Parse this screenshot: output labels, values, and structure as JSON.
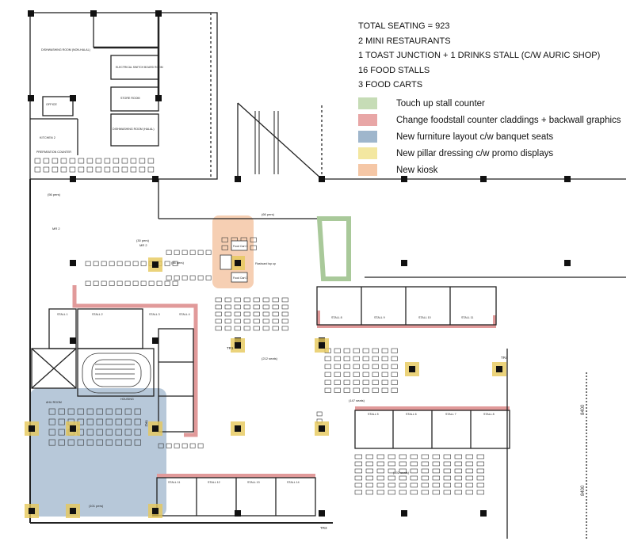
{
  "summary": {
    "total_seating": "TOTAL SEATING = 923",
    "mini_restaurants": "2 MINI RESTAURANTS",
    "toast_junction": "1 TOAST JUNCTION + 1 DRINKS STALL (C/W AURIC SHOP)",
    "food_stalls": "16 FOOD STALLS",
    "food_carts": "3 FOOD CARTS"
  },
  "legend": [
    {
      "label": "Touch up stall counter",
      "color": "#c6dcb6"
    },
    {
      "label": "Change foodstall counter claddings + backwall graphics",
      "color": "#e8a6a6"
    },
    {
      "label": "New furniture layout c/w banquet seats",
      "color": "#9fb6cc"
    },
    {
      "label": "New pillar dressing c/w promo displays",
      "color": "#f3e7a0"
    },
    {
      "label": "New kiosk",
      "color": "#f5c7a6"
    }
  ],
  "rooms": {
    "dishwashing_nonhalal": "DISHWASHING ROOM (NON-HALAL)",
    "electrical_switch": "ELECTRICAL SWITCH BOARD ROOM",
    "store_room": "STORE ROOM",
    "dishwashing_halal": "DISHWASHING ROOM (HALAL)",
    "office": "OFFICE",
    "kitchen_2": "KITCHEN 2",
    "preparation_counter": "PREPARATION COUNTER",
    "mr_2_left": "MR 2",
    "mr_2_center": "MR 2",
    "ahu_room": "AHU ROOM",
    "housing": "HOUSING"
  },
  "seat_counts": {
    "s56_left": "(56 pers)",
    "s30": "(30 pers)",
    "s56_mid": "(56 pers)",
    "s66": "(66 pers)",
    "s212": "(212 seats)",
    "s147": "(147 seats)",
    "s192": "(192 seats)",
    "s101": "(101 pers)"
  },
  "tables": {
    "tr1": "TR1",
    "tr2": "TR2",
    "tr3": "TR3",
    "tr4": "TR4"
  },
  "stalls": {
    "top_row": [
      "STALL 8",
      "STALL 9",
      "STALL 10",
      "STALL 11"
    ],
    "right_row": [
      "STALL 5",
      "STALL 6",
      "STALL 7",
      "STALL 8"
    ],
    "bottom_row": [
      "STALL 11",
      "STALL 12",
      "STALL 13",
      "STALL 14"
    ],
    "left_col": [
      "STALL 1",
      "STALL 2",
      "STALL 3",
      "STALL 4"
    ]
  },
  "kiosk": {
    "food_cart_1": "Food Cart 1",
    "food_cart_2": "Food Cart 2",
    "food_cart_3": "Food Cart 3",
    "flashcard": "Flashcard top up"
  },
  "dimensions": {
    "d1": "8400",
    "d2": "8400"
  },
  "colors": {
    "green": "#a9c99a",
    "red": "#e19a9a",
    "blue": "#8fa8c2",
    "yellow": "#e6c85a",
    "orange": "#f2b98c",
    "pillar": "#111111",
    "wall": "#222222"
  }
}
